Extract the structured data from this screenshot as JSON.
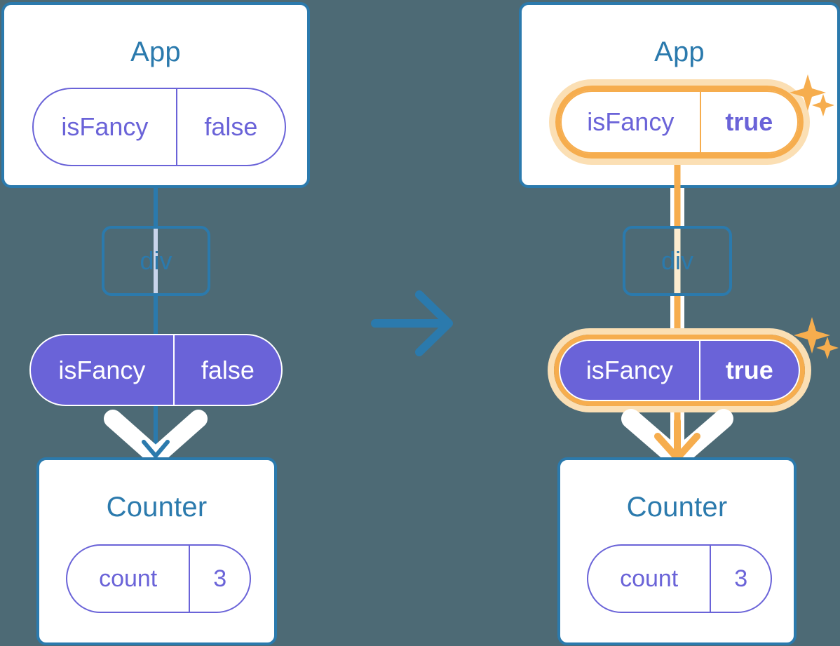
{
  "diagram": {
    "background_color": "#4d6a75",
    "transition_arrow": {
      "icon": "arrow-right-icon",
      "color": "#2b7aad"
    },
    "colors": {
      "card_border": "#2b7aad",
      "card_title_text": "#2b7aad",
      "pill_outline": "#6a63d8",
      "pill_filled_bg": "#6a63d8",
      "pill_filled_text": "#ffffff",
      "highlight_ring_outer": "#fbdfb4",
      "highlight_ring_inner": "#f6ad4e",
      "flow_line_before": "#2b7aad",
      "flow_line_after": "#f6ad4e",
      "flow_line_muted_before": "#c9d5ec",
      "flow_line_muted_after": "#fceccf",
      "chevron": "#ffffff"
    },
    "panels": [
      {
        "id": "before",
        "app": {
          "title": "App",
          "state_pill": {
            "name": "isFancy",
            "value": "false",
            "style": "outline",
            "highlighted": false,
            "bold_value": false
          }
        },
        "element": {
          "title": "div"
        },
        "prop_pill": {
          "name": "isFancy",
          "value": "false",
          "style": "filled",
          "highlighted": false,
          "bold_value": false
        },
        "counter": {
          "title": "Counter",
          "state_pill": {
            "name": "count",
            "value": "3",
            "style": "outline",
            "highlighted": false,
            "bold_value": false
          }
        },
        "sparkles_visible": false
      },
      {
        "id": "after",
        "app": {
          "title": "App",
          "state_pill": {
            "name": "isFancy",
            "value": "true",
            "style": "outline",
            "highlighted": true,
            "bold_value": true
          }
        },
        "element": {
          "title": "div"
        },
        "prop_pill": {
          "name": "isFancy",
          "value": "true",
          "style": "filled",
          "highlighted": true,
          "bold_value": true
        },
        "counter": {
          "title": "Counter",
          "state_pill": {
            "name": "count",
            "value": "3",
            "style": "outline",
            "highlighted": false,
            "bold_value": false
          }
        },
        "sparkles_visible": true,
        "sparkle_icon": "sparkles-icon"
      }
    ]
  }
}
